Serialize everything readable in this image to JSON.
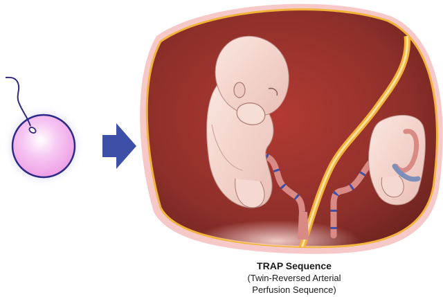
{
  "caption": {
    "title": "TRAP Sequence",
    "subtitle_line1": "(Twin-Reversed Arterial",
    "subtitle_line2": "Perfusion Sequence)"
  },
  "colors": {
    "uterus_interior": "#8e2f2a",
    "uterus_wall": "#f6c9c8",
    "membrane": "#f2b33a",
    "fetus_skin": "#f3d6cf",
    "arrow": "#3e4fa8",
    "cord": "#d98a85",
    "egg_fill": "#f3b4ee",
    "egg_glow": "#c7c3f0",
    "egg_outline": "#2d2a86"
  }
}
